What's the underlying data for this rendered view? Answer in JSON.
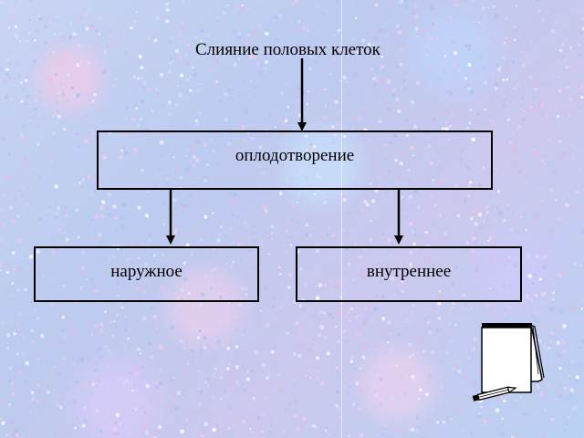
{
  "diagram": {
    "top_label": "Слияние половых клеток",
    "center_box": "оплодотворение",
    "left_box": "наружное",
    "right_box": "внутреннее"
  },
  "icons": {
    "notepad": "notepad-pencil-clipart-icon"
  }
}
